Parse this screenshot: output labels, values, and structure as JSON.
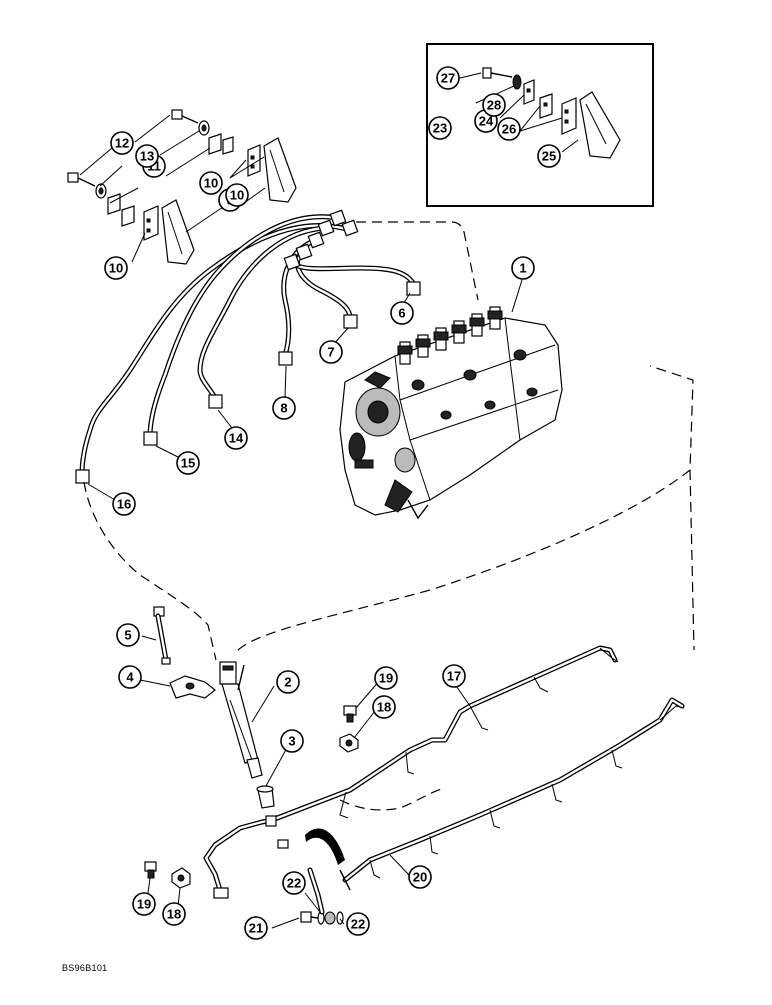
{
  "figure_code": "BS96B101",
  "callouts": [
    "1",
    "2",
    "3",
    "4",
    "5",
    "6",
    "7",
    "8",
    "9",
    "10",
    "10",
    "10",
    "11",
    "12",
    "13",
    "14",
    "15",
    "16",
    "17",
    "18",
    "18",
    "19",
    "19",
    "20",
    "21",
    "22",
    "22",
    "23",
    "24",
    "25",
    "26",
    "27",
    "28"
  ]
}
